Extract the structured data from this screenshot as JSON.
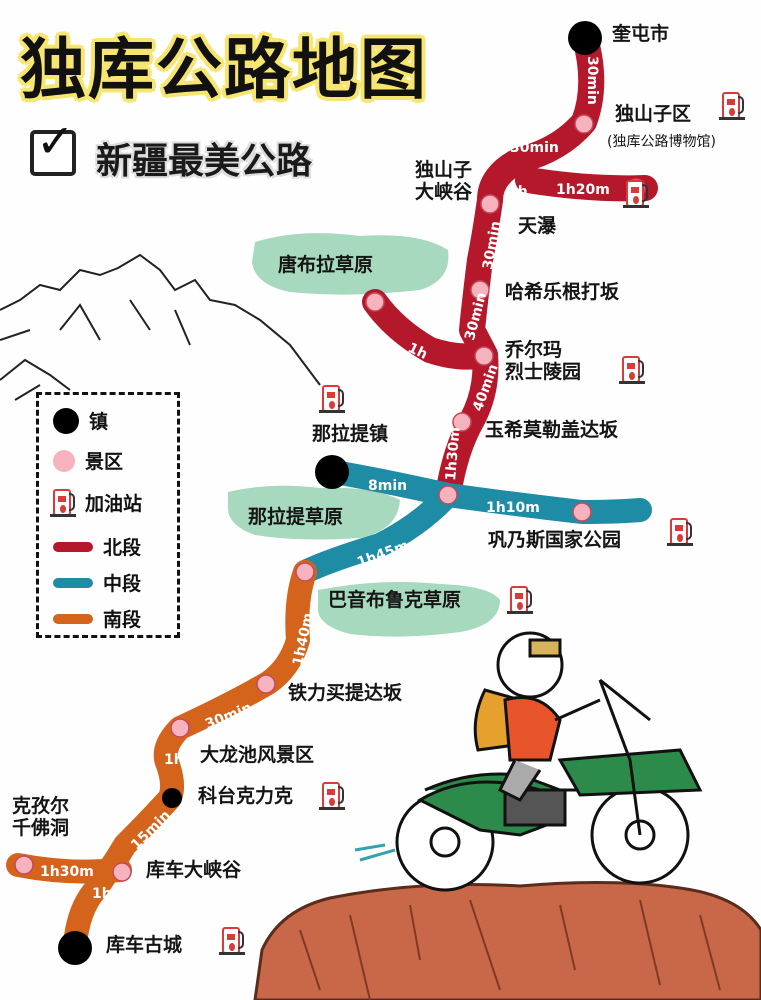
{
  "title": {
    "part1": "独库",
    "part2": "公路",
    "part3": "地图"
  },
  "subtitle": "新疆最美公路",
  "legend": {
    "town": "镇",
    "scenic": "景区",
    "gas": "加油站",
    "north": "北段",
    "middle": "中段",
    "south": "南段"
  },
  "colors": {
    "north": "#b5182a",
    "middle": "#1f8ca6",
    "south": "#d4641c",
    "meadow": "#a6d9bd",
    "scenic_dot": "#f6b3bd",
    "town_dot": "#000000",
    "title_bg": "#f6e56f"
  },
  "places": {
    "kuitun": "奎屯市",
    "dushanzi_district": "独山子区",
    "museum": "(独库公路博物馆)",
    "dushanzi_canyon": "独山子\n大峡谷",
    "tianpu": "天瀑",
    "tangbula": "唐布拉草原",
    "haxile": "哈希乐根打坂",
    "qiaoerma": "乔尔玛\n烈士陵园",
    "yuxi": "玉希莫勒盖达坂",
    "nalati_town": "那拉提镇",
    "nalati_grassland": "那拉提草原",
    "gongnaisi": "巩乃斯国家公园",
    "bayinbuluke": "巴音布鲁克草原",
    "tieli": "铁力买提达坂",
    "dalongchi": "大龙池风景区",
    "ketaikelike": "科台克力克",
    "kezier": "克孜尔\n千佛洞",
    "kuche_canyon": "库车大峡谷",
    "kuche_old": "库车古城"
  },
  "times": {
    "t_kuitun_dushanzi": "30min",
    "t_dushanzi_junction": "30min",
    "t_canyon": "2h",
    "t_tianpu_branch": "1h20m",
    "t_haxile": "30min",
    "t_haxile_qiaoerma": "30min",
    "t_tangbula": "1h",
    "t_qiaoerma_yuxi": "40min",
    "t_yuxi_center": "1h30m",
    "t_nalati": "8min",
    "t_gongnaisi": "1h10m",
    "t_bayinbuluke": "1h45m",
    "t_tieli": "1h40m",
    "t_dalongchi": "30min",
    "t_ketaike": "1h",
    "t_kuche_canyon": "15min",
    "t_kezier": "1h30m",
    "t_kuche_old": "1h"
  }
}
